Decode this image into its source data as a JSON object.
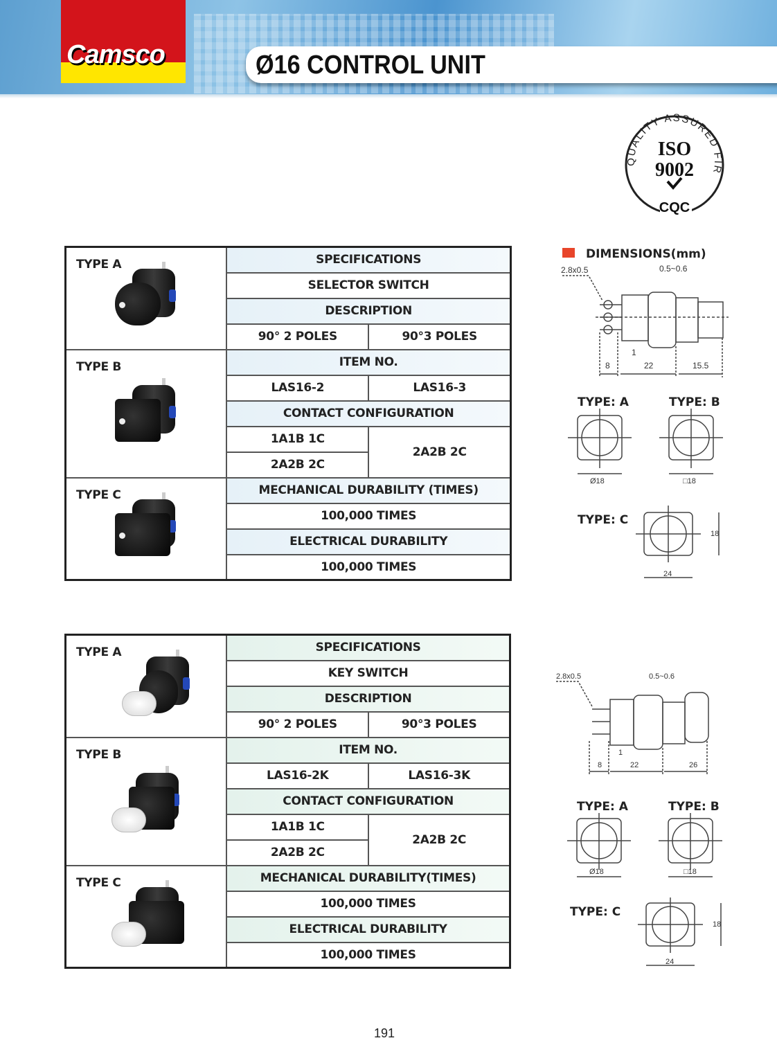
{
  "header": {
    "brand": "Camsco",
    "title": "Ø16 CONTROL UNIT"
  },
  "certification": {
    "arc_text": "QUALITY ASSURED FIRM",
    "standard": "ISO",
    "number": "9002",
    "body": "CQC"
  },
  "selector_table": {
    "type_labels": [
      "TYPE A",
      "TYPE B",
      "TYPE C"
    ],
    "specifications": "SPECIFICATIONS",
    "product": "SELECTOR SWITCH",
    "description": "DESCRIPTION",
    "poles": [
      "90° 2  POLES",
      "90°3 POLES"
    ],
    "item_no": "ITEM NO.",
    "items": [
      "LAS16-2",
      "LAS16-3"
    ],
    "contact_config": "CONTACT CONFIGURATION",
    "contacts_left": [
      "1A1B  1C",
      "2A2B  2C"
    ],
    "contacts_right": "2A2B  2C",
    "mech_durability": "MECHANICAL  DURABILITY (TIMES)",
    "mech_value": "100,000   TIMES",
    "elec_durability": "ELECTRICAL  DURABILITY",
    "elec_value": "100,000   TIMES"
  },
  "key_table": {
    "type_labels": [
      "TYPE A",
      "TYPE B",
      "TYPE C"
    ],
    "specifications": "SPECIFICATIONS",
    "product": "KEY SWITCH",
    "description": "DESCRIPTION",
    "poles": [
      "90° 2  POLES",
      "90°3 POLES"
    ],
    "item_no": "ITEM NO.",
    "items": [
      "LAS16-2K",
      "LAS16-3K"
    ],
    "contact_config": "CONTACT CONFIGURATION",
    "contacts_left": [
      "1A1B  1C",
      "2A2B  2C"
    ],
    "contacts_right": "2A2B  2C",
    "mech_durability": "MECHANICAL DURABILITY(TIMES)",
    "mech_value": "100,000 TIMES",
    "elec_durability": "ELECTRICAL DURABILITY",
    "elec_value": "100,000 TIMES"
  },
  "dimensions_selector": {
    "title": "DIMENSIONS(mm)",
    "terminal": "2.8x0.5",
    "gap": "0.5~0.6",
    "d1": "8",
    "d2": "1",
    "d3": "22",
    "d4": "15.5",
    "type_a": "TYPE: A",
    "type_b": "TYPE: B",
    "type_c": "TYPE: C",
    "dia": "Ø18",
    "sq": "□18",
    "width": "24",
    "height": "18"
  },
  "dimensions_key": {
    "terminal": "2.8x0.5",
    "gap": "0.5~0.6",
    "d1": "8",
    "d2": "1",
    "d3": "22",
    "d4": "26",
    "type_a": "TYPE: A",
    "type_b": "TYPE: B",
    "type_c": "TYPE: C",
    "dia": "Ø18",
    "sq": "□18",
    "width": "24",
    "height": "18"
  },
  "page_number": "191"
}
